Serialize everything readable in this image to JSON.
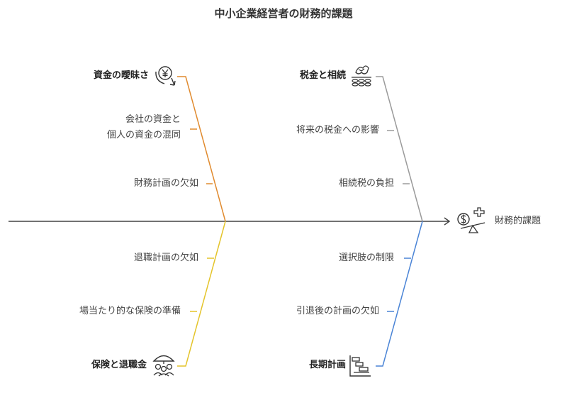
{
  "title": "中小企業経営者の財務的課題",
  "effect": {
    "label": "財務的課題",
    "icon": "money-plus-scale-icon"
  },
  "categories": [
    {
      "id": "funds",
      "label": "資金の曖昧さ",
      "icon": "yen-down-arrow-icon",
      "color": "#e08a2e",
      "causes": [
        "会社の資金と",
        "個人の資金の混同",
        "財務計画の欠如"
      ]
    },
    {
      "id": "tax",
      "label": "税金と相続",
      "icon": "coins-stack-icon",
      "color": "#9a9a9a",
      "causes": [
        "将来の税金への影響",
        "相続税の負担"
      ]
    },
    {
      "id": "insurance",
      "label": "保険と退職金",
      "icon": "umbrella-people-icon",
      "color": "#e4c42a",
      "causes": [
        "退職計画の欠如",
        "場当たり的な保険の準備"
      ]
    },
    {
      "id": "longterm",
      "label": "長期計画",
      "icon": "gantt-chart-icon",
      "color": "#4a84d6",
      "causes": [
        "選択肢の制限",
        "引退後の計画の欠如"
      ]
    }
  ],
  "spine_color": "#444444"
}
